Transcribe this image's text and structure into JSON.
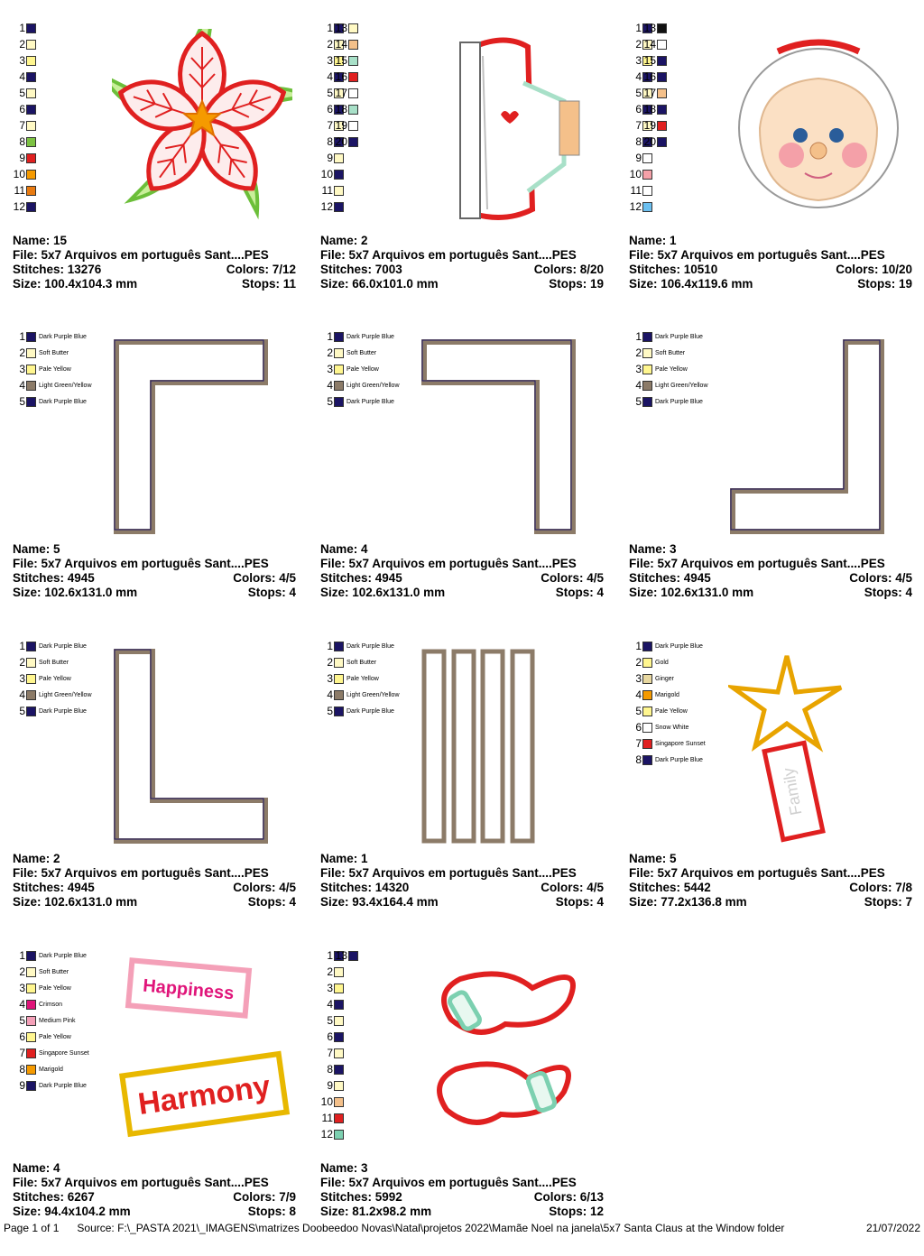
{
  "designs": [
    {
      "name": "Name: 15",
      "file": "File: 5x7 Arquivos em português  Sant....PES",
      "stitches": "Stitches: 13276",
      "colors": "Colors: 7/12",
      "size": "Size: 100.4x104.3 mm",
      "stops": "Stops: 11",
      "art": "poinsettia",
      "swatches": [
        [
          "1",
          "#1b1464",
          ""
        ],
        [
          "2",
          "#fff9c4",
          ""
        ],
        [
          "3",
          "#fff68f",
          ""
        ],
        [
          "4",
          "#1b1464",
          ""
        ],
        [
          "5",
          "#fff9c4",
          ""
        ],
        [
          "6",
          "#1b1464",
          ""
        ],
        [
          "7",
          "#fff9c4",
          ""
        ],
        [
          "8",
          "#7cc242",
          ""
        ],
        [
          "9",
          "#e02020",
          ""
        ],
        [
          "10",
          "#f59a00",
          ""
        ],
        [
          "11",
          "#e87a10",
          ""
        ],
        [
          "12",
          "#1b1464",
          ""
        ]
      ]
    },
    {
      "name": "Name: 2",
      "file": "File: 5x7 Arquivos em português  Sant....PES",
      "stitches": "Stitches: 7003",
      "colors": "Colors: 8/20",
      "size": "Size: 66.0x101.0 mm",
      "stops": "Stops: 19",
      "art": "apron",
      "swatches": [
        [
          "1",
          "#1b1464",
          ""
        ],
        [
          "2",
          "#fff9c4",
          ""
        ],
        [
          "3",
          "#fff68f",
          ""
        ],
        [
          "4",
          "#1b1464",
          ""
        ],
        [
          "5",
          "#fff9c4",
          ""
        ],
        [
          "6",
          "#1b1464",
          ""
        ],
        [
          "7",
          "#fff9c4",
          ""
        ],
        [
          "8",
          "#1b1464",
          ""
        ],
        [
          "9",
          "#fff9c4",
          ""
        ],
        [
          "10",
          "#1b1464",
          ""
        ],
        [
          "11",
          "#fff9c4",
          ""
        ],
        [
          "12",
          "#1b1464",
          ""
        ],
        [
          "13",
          "#fff9c4",
          ""
        ],
        [
          "14",
          "#f4c08a",
          ""
        ],
        [
          "15",
          "#a8e0c8",
          ""
        ],
        [
          "16",
          "#e02020",
          ""
        ],
        [
          "17",
          "#ffffff",
          ""
        ],
        [
          "18",
          "#a8e0c8",
          ""
        ],
        [
          "19",
          "#ffffff",
          ""
        ],
        [
          "20",
          "#1b1464",
          ""
        ]
      ]
    },
    {
      "name": "Name: 1",
      "file": "File: 5x7 Arquivos em português  Sant....PES",
      "stitches": "Stitches: 10510",
      "colors": "Colors: 10/20",
      "size": "Size: 106.4x119.6 mm",
      "stops": "Stops: 19",
      "art": "face",
      "swatches": [
        [
          "1",
          "#1b1464",
          ""
        ],
        [
          "2",
          "#fff9c4",
          ""
        ],
        [
          "3",
          "#fff68f",
          ""
        ],
        [
          "4",
          "#1b1464",
          ""
        ],
        [
          "5",
          "#fff9c4",
          ""
        ],
        [
          "6",
          "#1b1464",
          ""
        ],
        [
          "7",
          "#fff9c4",
          ""
        ],
        [
          "8",
          "#1b1464",
          ""
        ],
        [
          "9",
          "#ffffff",
          ""
        ],
        [
          "10",
          "#f4a0a8",
          ""
        ],
        [
          "11",
          "#ffffff",
          ""
        ],
        [
          "12",
          "#6cc0f0",
          ""
        ],
        [
          "13",
          "#111111",
          ""
        ],
        [
          "14",
          "#ffffff",
          ""
        ],
        [
          "15",
          "#1b1464",
          ""
        ],
        [
          "16",
          "#1b1464",
          ""
        ],
        [
          "17",
          "#f4c08a",
          ""
        ],
        [
          "18",
          "#1b1464",
          ""
        ],
        [
          "19",
          "#e02020",
          ""
        ],
        [
          "20",
          "#1b1464",
          ""
        ]
      ]
    },
    {
      "name": "Name: 5",
      "file": "File: 5x7 Arquivos em português  Sant....PES",
      "stitches": "Stitches: 4945",
      "colors": "Colors: 4/5",
      "size": "Size: 102.6x131.0 mm",
      "stops": "Stops: 4",
      "art": "frame-tl",
      "swatches": [
        [
          "1",
          "#1b1464",
          "Dark Purple Blue"
        ],
        [
          "2",
          "#fff9c4",
          "Soft Butter"
        ],
        [
          "3",
          "#fff68f",
          "Pale Yellow"
        ],
        [
          "4",
          "#8c7b68",
          "Light Green/Yellow"
        ],
        [
          "5",
          "#1b1464",
          "Dark Purple Blue"
        ]
      ]
    },
    {
      "name": "Name: 4",
      "file": "File: 5x7 Arquivos em português  Sant....PES",
      "stitches": "Stitches: 4945",
      "colors": "Colors: 4/5",
      "size": "Size: 102.6x131.0 mm",
      "stops": "Stops: 4",
      "art": "frame-tr",
      "swatches": [
        [
          "1",
          "#1b1464",
          "Dark Purple Blue"
        ],
        [
          "2",
          "#fff9c4",
          "Soft Butter"
        ],
        [
          "3",
          "#fff68f",
          "Pale Yellow"
        ],
        [
          "4",
          "#8c7b68",
          "Light Green/Yellow"
        ],
        [
          "5",
          "#1b1464",
          "Dark Purple Blue"
        ]
      ]
    },
    {
      "name": "Name: 3",
      "file": "File: 5x7 Arquivos em português  Sant....PES",
      "stitches": "Stitches: 4945",
      "colors": "Colors: 4/5",
      "size": "Size: 102.6x131.0 mm",
      "stops": "Stops: 4",
      "art": "frame-br",
      "swatches": [
        [
          "1",
          "#1b1464",
          "Dark Purple Blue"
        ],
        [
          "2",
          "#fff9c4",
          "Soft Butter"
        ],
        [
          "3",
          "#fff68f",
          "Pale Yellow"
        ],
        [
          "4",
          "#8c7b68",
          "Light Green/Yellow"
        ],
        [
          "5",
          "#1b1464",
          "Dark Purple Blue"
        ]
      ]
    },
    {
      "name": "Name: 2",
      "file": "File: 5x7 Arquivos em português  Sant....PES",
      "stitches": "Stitches: 4945",
      "colors": "Colors: 4/5",
      "size": "Size: 102.6x131.0 mm",
      "stops": "Stops: 4",
      "art": "frame-bl",
      "swatches": [
        [
          "1",
          "#1b1464",
          "Dark Purple Blue"
        ],
        [
          "2",
          "#fff9c4",
          "Soft Butter"
        ],
        [
          "3",
          "#fff68f",
          "Pale Yellow"
        ],
        [
          "4",
          "#8c7b68",
          "Light Green/Yellow"
        ],
        [
          "5",
          "#1b1464",
          "Dark Purple Blue"
        ]
      ]
    },
    {
      "name": "Name: 1",
      "file": "File: 5x7 Arquivos em português  Sant....PES",
      "stitches": "Stitches: 14320",
      "colors": "Colors: 4/5",
      "size": "Size: 93.4x164.4 mm",
      "stops": "Stops: 4",
      "art": "bars",
      "swatches": [
        [
          "1",
          "#1b1464",
          "Dark Purple Blue"
        ],
        [
          "2",
          "#fff9c4",
          "Soft Butter"
        ],
        [
          "3",
          "#fff68f",
          "Pale Yellow"
        ],
        [
          "4",
          "#8c7b68",
          "Light Green/Yellow"
        ],
        [
          "5",
          "#1b1464",
          "Dark Purple Blue"
        ]
      ]
    },
    {
      "name": "Name: 5",
      "file": "File: 5x7 Arquivos em português  Sant....PES",
      "stitches": "Stitches: 5442",
      "colors": "Colors: 7/8",
      "size": "Size: 77.2x136.8 mm",
      "stops": "Stops: 7",
      "art": "star-family",
      "label_text": "Family",
      "swatches": [
        [
          "1",
          "#1b1464",
          "Dark Purple Blue"
        ],
        [
          "2",
          "#fff68f",
          "Gold"
        ],
        [
          "3",
          "#e8d8a0",
          "Ginger"
        ],
        [
          "4",
          "#f59a00",
          "Marigold"
        ],
        [
          "5",
          "#fff68f",
          "Pale Yellow"
        ],
        [
          "6",
          "#ffffff",
          "Snow White"
        ],
        [
          "7",
          "#e02020",
          "Singapore Sunset"
        ],
        [
          "8",
          "#1b1464",
          "Dark Purple Blue"
        ]
      ]
    },
    {
      "name": "Name: 4",
      "file": "File: 5x7 Arquivos em português  Sant....PES",
      "stitches": "Stitches: 6267",
      "colors": "Colors: 7/9",
      "size": "Size: 94.4x104.2 mm",
      "stops": "Stops: 8",
      "art": "labels",
      "label1": "Happiness",
      "label2": "Harmony",
      "swatches": [
        [
          "1",
          "#1b1464",
          "Dark Purple Blue"
        ],
        [
          "2",
          "#fff9c4",
          "Soft Butter"
        ],
        [
          "3",
          "#fff68f",
          "Pale Yellow"
        ],
        [
          "4",
          "#e0157a",
          "Crimson"
        ],
        [
          "5",
          "#f4a0b8",
          "Medium Pink"
        ],
        [
          "6",
          "#fff68f",
          "Pale Yellow"
        ],
        [
          "7",
          "#e02020",
          "Singapore Sunset"
        ],
        [
          "8",
          "#f59a00",
          "Marigold"
        ],
        [
          "9",
          "#1b1464",
          "Dark Purple Blue"
        ]
      ]
    },
    {
      "name": "Name: 3",
      "file": "File: 5x7 Arquivos em português  Sant....PES",
      "stitches": "Stitches: 5992",
      "colors": "Colors: 6/13",
      "size": "Size: 81.2x98.2 mm",
      "stops": "Stops: 12",
      "art": "slippers",
      "swatches": [
        [
          "1",
          "#1b1464",
          ""
        ],
        [
          "2",
          "#fff9c4",
          ""
        ],
        [
          "3",
          "#fff68f",
          ""
        ],
        [
          "4",
          "#1b1464",
          ""
        ],
        [
          "5",
          "#fff9c4",
          ""
        ],
        [
          "6",
          "#1b1464",
          ""
        ],
        [
          "7",
          "#fff9c4",
          ""
        ],
        [
          "8",
          "#1b1464",
          ""
        ],
        [
          "9",
          "#fff9c4",
          ""
        ],
        [
          "10",
          "#f4c08a",
          ""
        ],
        [
          "11",
          "#e02020",
          ""
        ],
        [
          "12",
          "#7cd0b0",
          ""
        ],
        [
          "13",
          "#1b1464",
          ""
        ]
      ]
    }
  ],
  "footer": {
    "page": "Page 1 of 1",
    "source": "Source: F:\\_PASTA 2021\\_IMAGENS\\matrizes Doobeedoo Novas\\Natal\\projetos 2022\\Mamãe Noel na janela\\5x7 Santa Claus at the Window folder",
    "date": "21/07/2022"
  }
}
